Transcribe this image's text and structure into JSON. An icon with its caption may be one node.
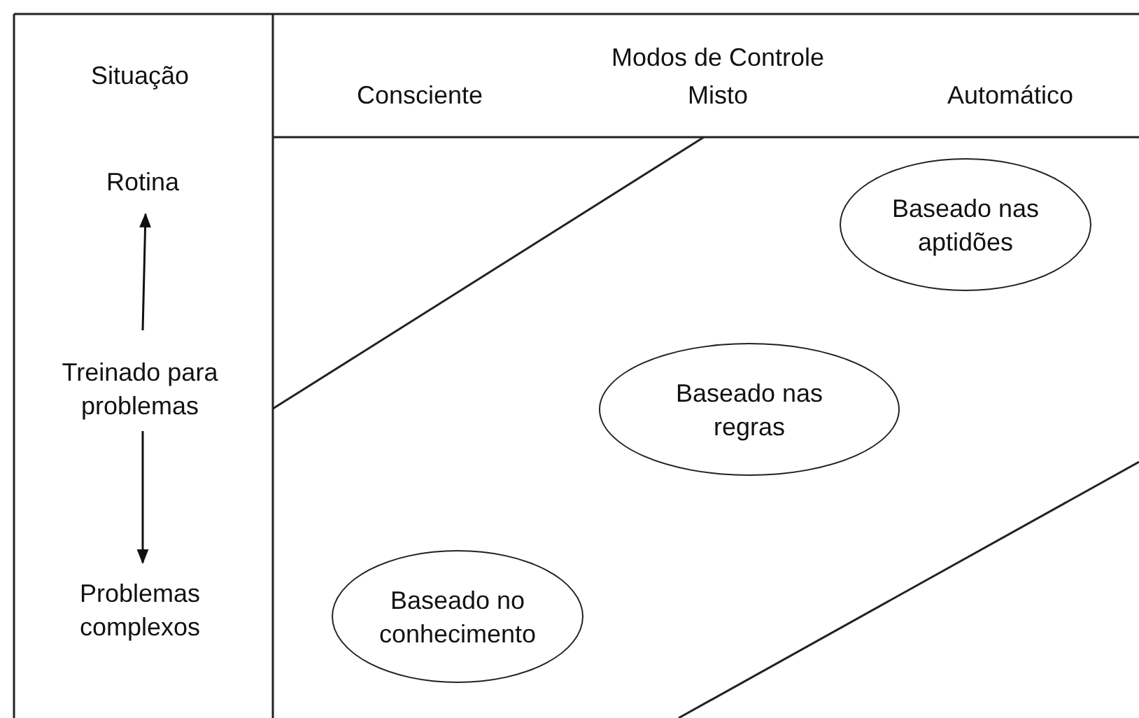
{
  "diagram": {
    "nodes": [
      {
        "text": [
          "Rotina"
        ]
      },
      {
        "text": [
          "Treinado para problemas"
        ]
      },
      {
        "text": [
          "Problemas complexos"
        ]
      },
      {
        "text": [
          "Baseado nas aptidões"
        ]
      },
      {
        "text": [
          "Baseado nas regras"
        ]
      },
      {
        "text": [
          "Baseado no conhecimento"
        ]
      }
    ],
    "edges": [
      {
        "from": 1,
        "to": 0,
        "arrow": "to"
      },
      {
        "from": 1,
        "to": 2,
        "arrow": "to"
      }
    ],
    "labels": [
      "Situação",
      "Modos de Controle",
      "Consciente",
      "Misto",
      "Automático"
    ]
  }
}
